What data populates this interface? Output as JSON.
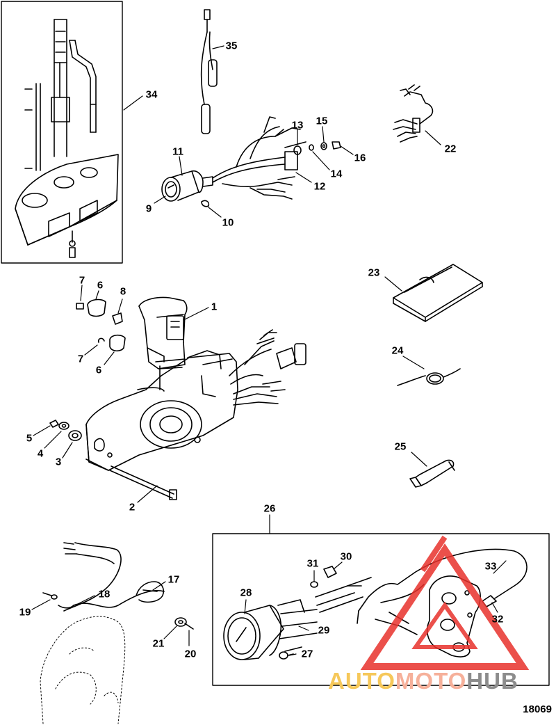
{
  "callouts": {
    "c1": "1",
    "c2": "2",
    "c3": "3",
    "c4": "4",
    "c5": "5",
    "c6a": "6",
    "c6b": "6",
    "c7a": "7",
    "c7b": "7",
    "c8": "8",
    "c9": "9",
    "c10": "10",
    "c11": "11",
    "c12": "12",
    "c13": "13",
    "c14": "14",
    "c15": "15",
    "c16": "16",
    "c17": "17",
    "c18": "18",
    "c19": "19",
    "c20": "20",
    "c21": "21",
    "c22": "22",
    "c23": "23",
    "c24": "24",
    "c25": "25",
    "c26": "26",
    "c27": "27",
    "c28": "28",
    "c29": "29",
    "c30": "30",
    "c31": "31",
    "c32": "32",
    "c33": "33",
    "c34": "34",
    "c35": "35"
  },
  "figure_number": "18069",
  "watermark": {
    "part1": "AUTO",
    "part2": "MOTO",
    "part3": "HUB"
  },
  "colors": {
    "line": "#000000",
    "watermark_red": "#e8322c",
    "watermark_yellow": "#f6c85a",
    "watermark_gray": "#8c8c8c"
  }
}
